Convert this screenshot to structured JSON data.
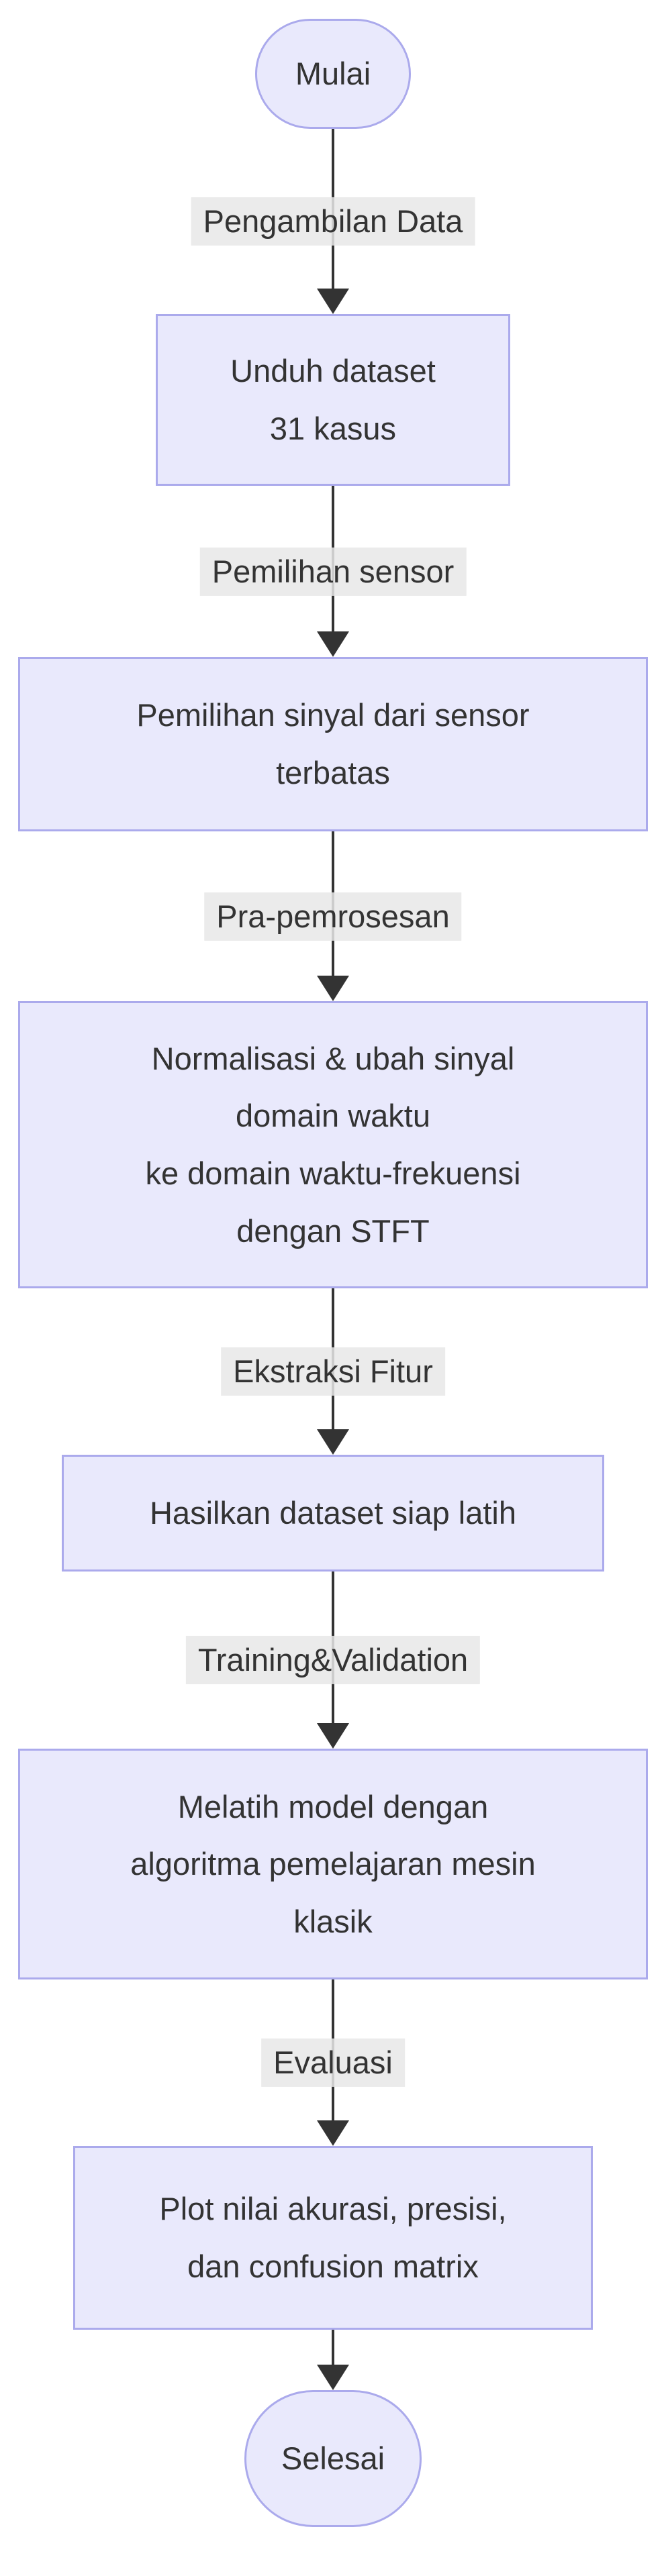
{
  "diagram": {
    "type": "flowchart",
    "direction": "top-down",
    "colors": {
      "background": "#ffffff",
      "node_fill": "#e9e9fc",
      "node_border": "#abaaec",
      "node_text": "#333333",
      "edge_line": "#333333",
      "edge_label_bg": "#e8e8e8",
      "edge_label_text": "#333333"
    },
    "nodes": [
      {
        "id": "start",
        "shape": "stadium",
        "lines": [
          "Mulai"
        ]
      },
      {
        "id": "unduh",
        "shape": "rect",
        "lines": [
          "Unduh dataset",
          "31 kasus"
        ]
      },
      {
        "id": "sensor",
        "shape": "rect",
        "lines": [
          "Pemilihan sinyal dari sensor",
          "terbatas"
        ]
      },
      {
        "id": "stft",
        "shape": "rect",
        "lines": [
          "Normalisasi & ubah sinyal",
          "domain waktu",
          "ke domain waktu-frekuensi",
          "dengan STFT"
        ]
      },
      {
        "id": "dataset",
        "shape": "rect",
        "lines": [
          "Hasilkan dataset siap latih"
        ]
      },
      {
        "id": "model",
        "shape": "rect",
        "lines": [
          "Melatih model dengan",
          "algoritma pemelajaran mesin",
          "klasik"
        ]
      },
      {
        "id": "plot",
        "shape": "rect",
        "lines": [
          "Plot nilai akurasi, presisi,",
          "dan confusion matrix"
        ]
      },
      {
        "id": "end",
        "shape": "stadium",
        "lines": [
          "Selesai"
        ]
      }
    ],
    "edges": [
      {
        "from": "start",
        "to": "unduh",
        "label": "Pengambilan Data"
      },
      {
        "from": "unduh",
        "to": "sensor",
        "label": "Pemilihan sensor"
      },
      {
        "from": "sensor",
        "to": "stft",
        "label": "Pra-pemrosesan"
      },
      {
        "from": "stft",
        "to": "dataset",
        "label": "Ekstraksi Fitur"
      },
      {
        "from": "dataset",
        "to": "model",
        "label": "Training&Validation"
      },
      {
        "from": "model",
        "to": "plot",
        "label": "Evaluasi"
      },
      {
        "from": "plot",
        "to": "end",
        "label": ""
      }
    ]
  }
}
